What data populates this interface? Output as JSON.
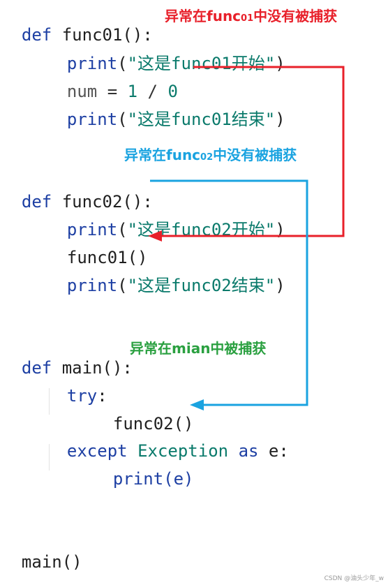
{
  "code": {
    "f1_def": "def",
    "f1_sig": "func01():",
    "f1_l1_fn": "print",
    "f1_l1_str": "\"这是func01开始\"",
    "f1_l2_var": "num",
    "f1_l2_eq": "=",
    "f1_l2_a": "1",
    "f1_l2_div": "/",
    "f1_l2_b": "0",
    "f1_l3_fn": "print",
    "f1_l3_str": "\"这是func01结束\"",
    "f2_def": "def",
    "f2_sig": "func02():",
    "f2_l1_fn": "print",
    "f2_l1_str": "\"这是func02开始\"",
    "f2_l2": "func01()",
    "f2_l3_fn": "print",
    "f2_l3_str": "\"这是func02结束\"",
    "m_def": "def",
    "m_sig": "main():",
    "m_try": "try",
    "m_call": "func02()",
    "m_except": "except",
    "m_exc_cls": "Exception",
    "m_as": "as",
    "m_e": "e:",
    "m_print": "print(e)",
    "call_main": "main()"
  },
  "annotations": {
    "a1_pre": "异常在func",
    "a1_sub": "01",
    "a1_post": "中没有被捕获",
    "a2_pre": "异常在func",
    "a2_sub": "02",
    "a2_post": "中没有被捕获",
    "a3": "异常在mian中被捕获"
  },
  "colors": {
    "red": "#e8202a",
    "blue": "#1aa3e0",
    "green": "#2aa040"
  },
  "footer": "CSDN @油头少年_w"
}
